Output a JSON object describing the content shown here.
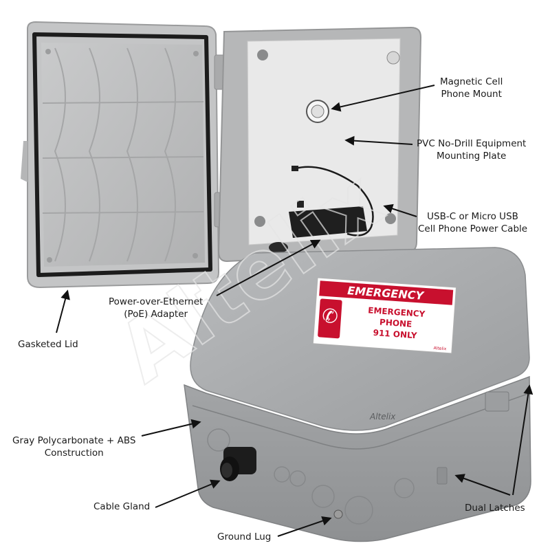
{
  "photo": {
    "subject": "Gray polycarbonate enclosure with emergency phone equipment"
  },
  "watermark": {
    "text": "Altelix"
  },
  "sticker": {
    "banner": "EMERGENCY",
    "line1": "EMERGENCY",
    "line2": "PHONE",
    "line3": "911 ONLY",
    "brand": "Altelix"
  },
  "brand_emboss": "Altelix",
  "callouts": {
    "magnetic_mount": {
      "line1": "Magnetic Cell",
      "line2": "Phone Mount"
    },
    "mounting_plate": {
      "line1": "PVC No-Drill Equipment",
      "line2": "Mounting Plate"
    },
    "power_cable": {
      "line1": "USB-C or Micro USB",
      "line2": "Cell Phone Power Cable"
    },
    "poe_adapter": {
      "line1": "Power-over-Ethernet",
      "line2": "(PoE) Adapter"
    },
    "gasketed_lid": {
      "line1": "Gasketed Lid"
    },
    "construction": {
      "line1": "Gray Polycarbonate + ABS",
      "line2": "Construction"
    },
    "cable_gland": {
      "line1": "Cable Gland"
    },
    "dual_latches": {
      "line1": "Dual Latches"
    },
    "ground_lug": {
      "line1": "Ground Lug"
    }
  },
  "colors": {
    "enclosure_gray": "#a7a9ab",
    "lid_interior": "#bfc0c1",
    "plate_white": "#e9e9e9",
    "sticker_red": "#c8102e",
    "gasket_black": "#1c1c1c"
  }
}
